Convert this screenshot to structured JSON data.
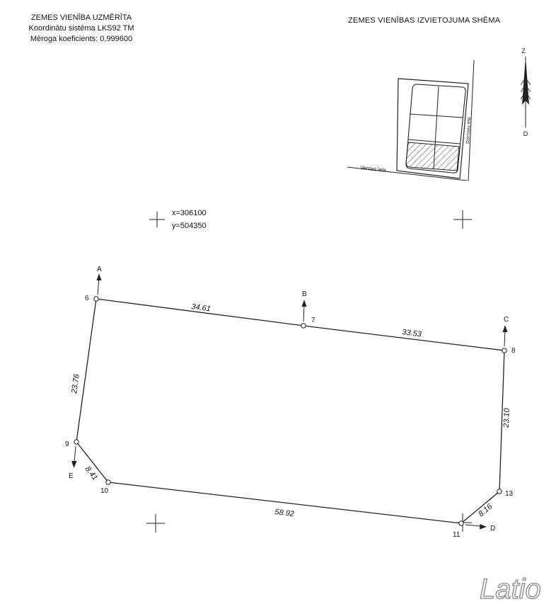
{
  "header_left": {
    "title": "ZEMES VIENĪBA UZMĒRĪTA",
    "coordinate_system": "Koordinātu sistēma LKS92 TM",
    "scale_factor": "Mēroga koeficients: 0,999600"
  },
  "header_right": {
    "title": "ZEMES VIENĪBAS IZVIETOJUMA SHĒMA"
  },
  "scheme": {
    "street_1": "Ventas iela",
    "street_2": "Dzirnavu iela"
  },
  "north_arrow": {
    "top_letter": "Z",
    "bottom_letter": "D"
  },
  "grid_reference": {
    "x_label": "x=306100",
    "y_label": "y=504350"
  },
  "boundary_points": {
    "p6": "6",
    "p7": "7",
    "p8": "8",
    "p9": "9",
    "p10": "10",
    "p11": "11",
    "p13": "13"
  },
  "boundary_lengths": {
    "l6_7": "34.61",
    "l7_8": "33.53",
    "l8_13": "23.10",
    "l13_11": "8.16",
    "l11_10": "58.92",
    "l10_9": "8.41",
    "l9_6": "23.76"
  },
  "neighbour_arrows": {
    "a": "A",
    "b": "B",
    "c": "C",
    "d": "D",
    "e": "E"
  },
  "logo": {
    "text": "Latio",
    "color": "#9a9a9a"
  }
}
